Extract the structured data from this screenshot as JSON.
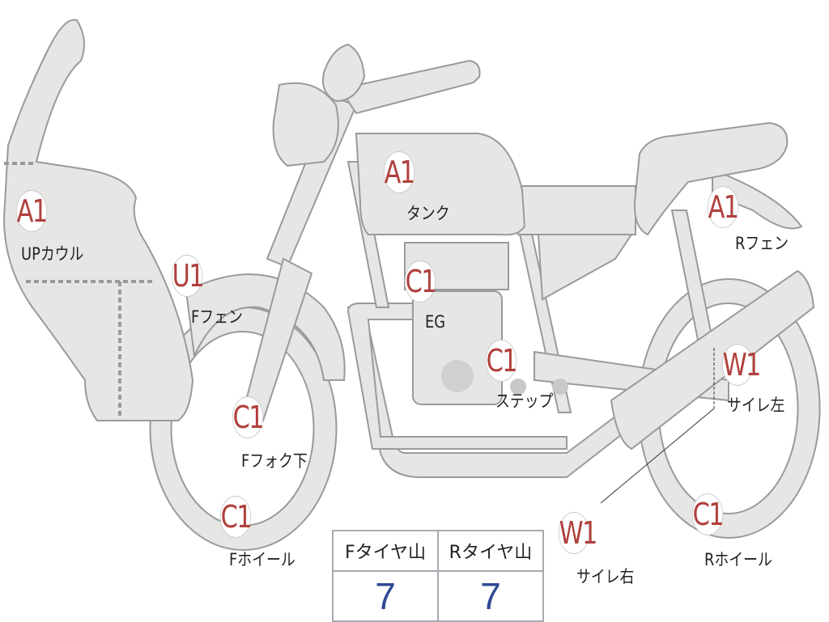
{
  "markers": [
    {
      "code": "A1",
      "label": "UPカウル"
    },
    {
      "code": "U1",
      "label": "Fフェン"
    },
    {
      "code": "A1",
      "label": "タンク"
    },
    {
      "code": "C1",
      "label": "EG"
    },
    {
      "code": "C1",
      "label": "ステップ"
    },
    {
      "code": "C1",
      "label": "Fフォク下"
    },
    {
      "code": "C1",
      "label": "Fホイール"
    },
    {
      "code": "A1",
      "label": "Rフェン"
    },
    {
      "code": "W1",
      "label": "サイレ左"
    },
    {
      "code": "W1",
      "label": "サイレ右"
    },
    {
      "code": "C1",
      "label": "Rホイール"
    }
  ],
  "tire_table": {
    "headers": [
      "Fタイヤ山",
      "Rタイヤ山"
    ],
    "values": [
      "7",
      "7"
    ]
  },
  "colors": {
    "part_fill": "#e6e6e4",
    "outline": "#9a9a9a",
    "code": "#b0403c",
    "value": "#2d4a93"
  }
}
